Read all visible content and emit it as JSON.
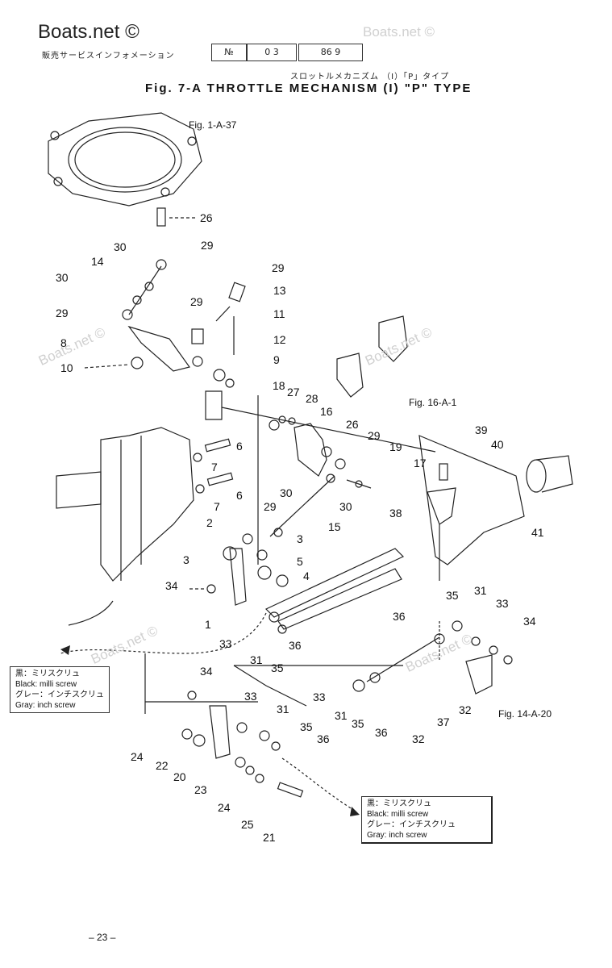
{
  "watermarks": {
    "brand": "Boats.net ©",
    "faint": "Boats.net ©"
  },
  "header": {
    "manual_jp": "販売サービスインフォメーション",
    "box1": "№",
    "box2": "0 3",
    "box3": "86  9"
  },
  "title": {
    "jp": "スロットルメカニズム （Ⅰ）「P」タイプ",
    "en": "Fig. 7-A   THROTTLE MECHANISM (I) \"P\" TYPE"
  },
  "refs": {
    "fig1": "Fig. 1-A-37",
    "fig16": "Fig. 16-A-1",
    "fig14": "Fig. 14-A-20"
  },
  "legend_left": {
    "jp_black": "黒：ミリスクリュ",
    "en_black": "Black: milli screw",
    "jp_gray": "グレー：インチスクリュ",
    "en_gray": "Gray: inch screw"
  },
  "legend_right": {
    "jp_black": "黒：ミリスクリュ",
    "en_black": "Black: milli screw",
    "jp_gray": "グレー：インチスクリュ",
    "en_gray": "Gray: inch screw"
  },
  "parts": {
    "n26a": "26",
    "n29a": "29",
    "n30a": "30",
    "n14": "14",
    "n30b": "30",
    "n29b": "29",
    "n8": "8",
    "n10": "10",
    "n29c": "29",
    "n13": "13",
    "n29d": "29",
    "n11": "11",
    "n12": "12",
    "n9": "9",
    "n18": "18",
    "n27": "27",
    "n28": "28",
    "n16": "16",
    "n26b": "26",
    "n29e": "29",
    "n19": "19",
    "n17": "17",
    "n39": "39",
    "n40": "40",
    "n6a": "6",
    "n7a": "7",
    "n6b": "6",
    "n7b": "7",
    "n30c": "30",
    "n29f": "29",
    "n30d": "30",
    "n15": "15",
    "n38": "38",
    "n41": "41",
    "n2": "2",
    "n3a": "3",
    "n3b": "3",
    "n5": "5",
    "n4": "4",
    "n34a": "34",
    "n35a": "35",
    "n31a": "31",
    "n33a": "33",
    "n34b": "34",
    "n36a": "36",
    "n1": "1",
    "n33b": "33",
    "n31b": "31",
    "n35b": "35",
    "n36b": "36",
    "n34c": "34",
    "n33c": "33",
    "n33d": "33",
    "n31c": "31",
    "n35c": "35",
    "n36c": "36",
    "n31d": "31",
    "n35d": "35",
    "n36d": "36",
    "n32a": "32",
    "n37": "37",
    "n32b": "32",
    "n24a": "24",
    "n22": "22",
    "n20": "20",
    "n23": "23",
    "n24b": "24",
    "n25": "25",
    "n21": "21"
  },
  "footer": {
    "page": "– 23 –"
  }
}
